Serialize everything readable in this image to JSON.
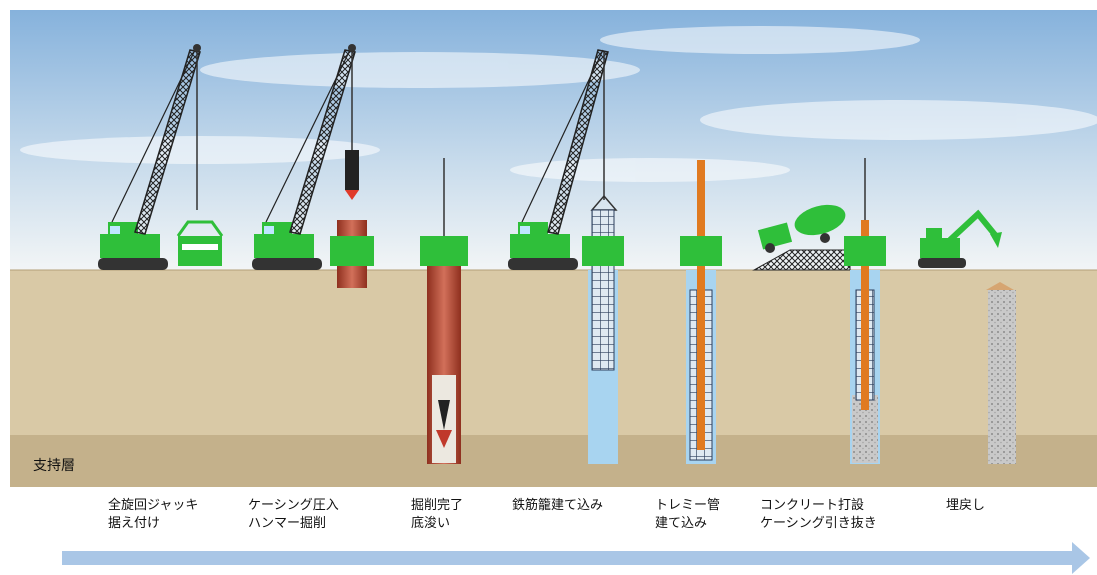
{
  "stratum_label": "支持層",
  "steps": [
    {
      "line1": "全旋回ジャッキ",
      "line2": "据え付け"
    },
    {
      "line1": "ケーシング圧入",
      "line2": "ハンマー掘削"
    },
    {
      "line1": "掘削完了",
      "line2": "底浚い"
    },
    {
      "line1": "鉄筋籠建て込み",
      "line2": ""
    },
    {
      "line1": "トレミー管",
      "line2": "建て込み"
    },
    {
      "line1": "コンクリート打設",
      "line2": "ケーシング引き抜き"
    },
    {
      "line1": "埋戻し",
      "line2": ""
    }
  ],
  "colors": {
    "sky_top": "#8fb7dc",
    "sky_bottom": "#eef4f8",
    "soil": "#d9c9a6",
    "bearing_layer": "#c4b18b",
    "machine_green": "#2fbf3a",
    "casing_red": "#b3452e",
    "tremie_orange": "#e07a20",
    "arrow_blue": "#a9c6e6"
  }
}
